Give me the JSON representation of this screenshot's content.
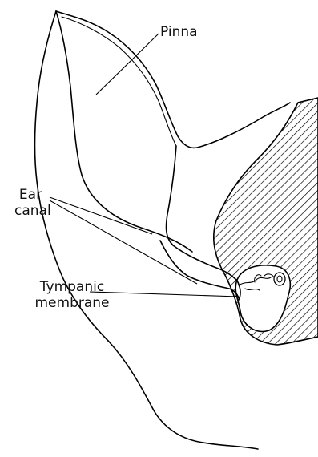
{
  "labels": {
    "pinna": "Pinna",
    "ear_canal_line1": "Ear",
    "ear_canal_line2": "canal",
    "tympanic_line1": "Tympanic",
    "tympanic_line2": "membrane"
  }
}
